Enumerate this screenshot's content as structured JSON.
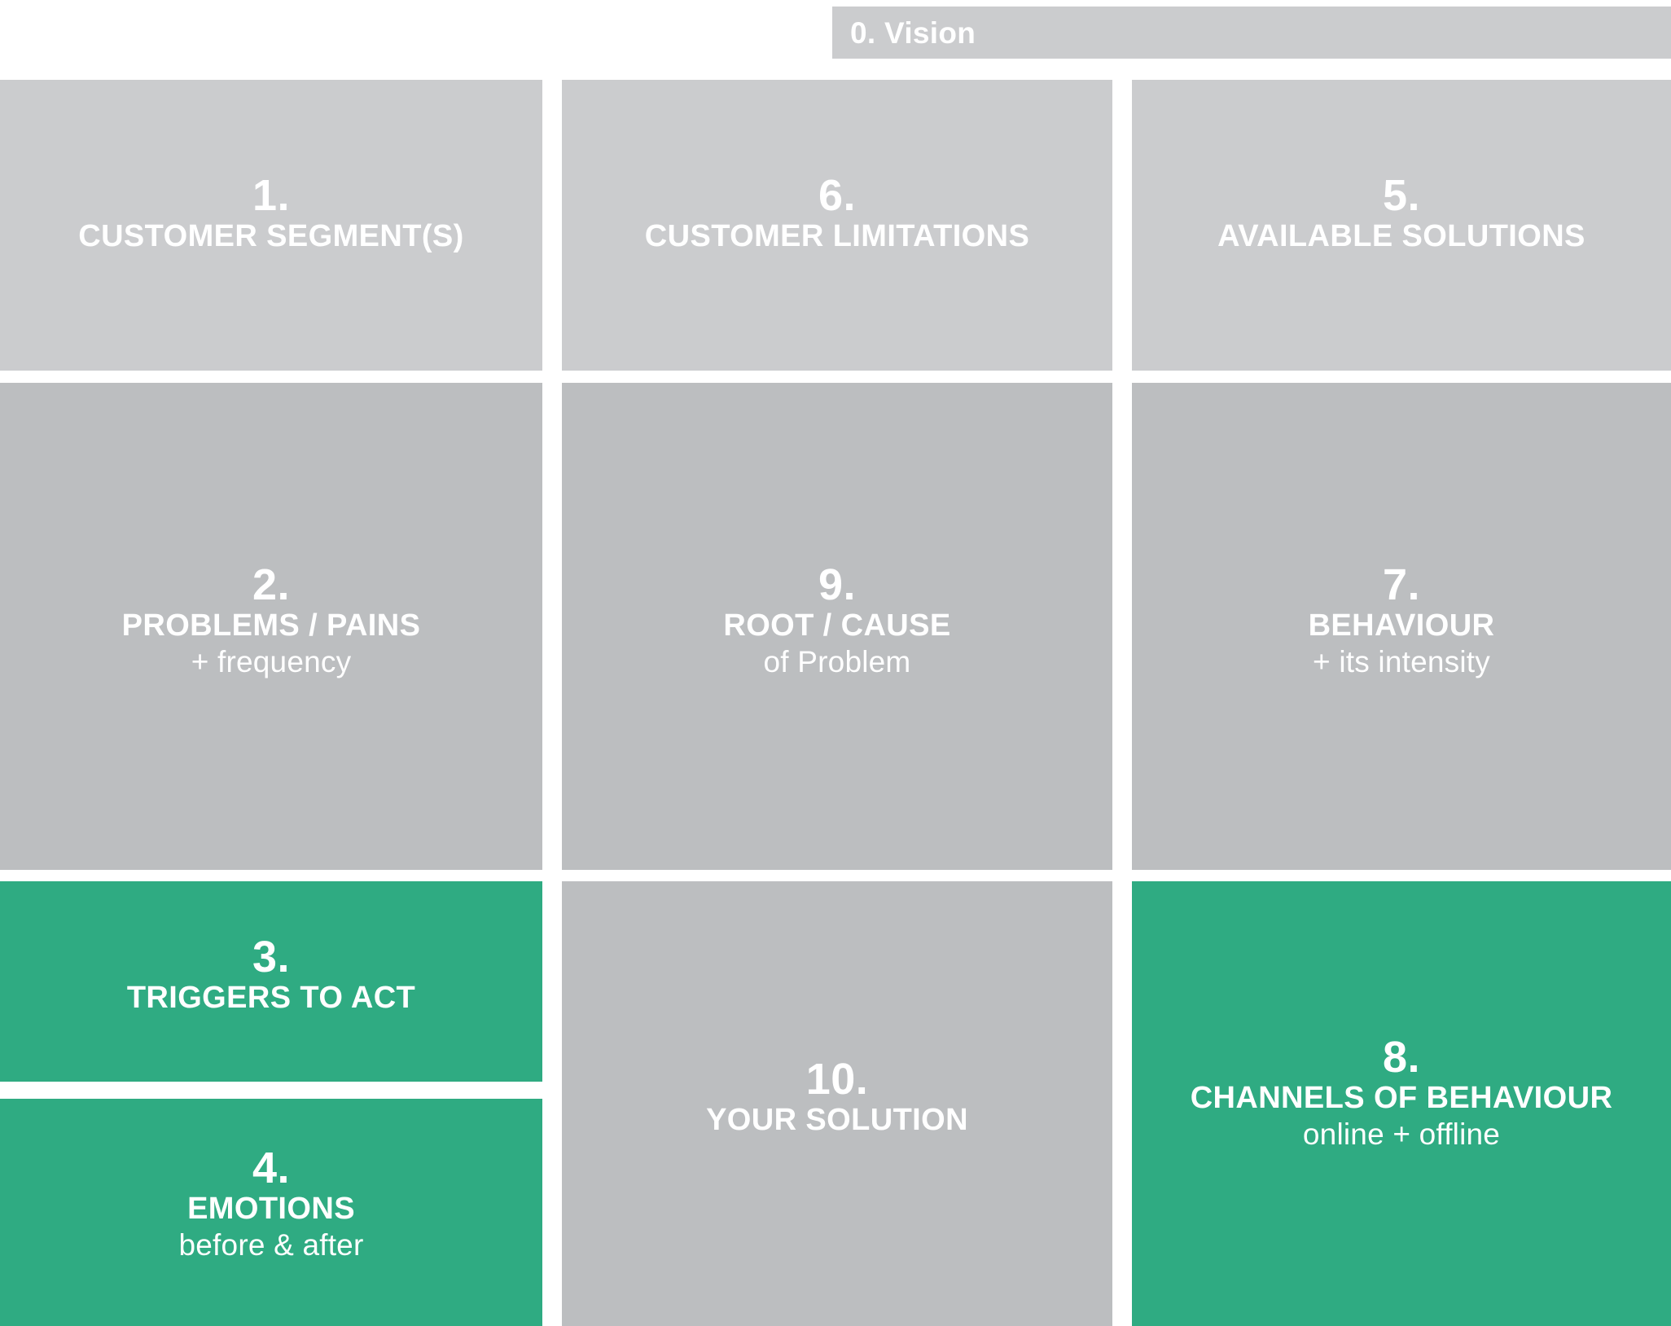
{
  "header": {
    "vision_label": "0. Vision"
  },
  "colors": {
    "tone_light": "#cbccce",
    "tone_medium": "#bcbec0",
    "tone_green": "#2fab82",
    "text": "#ffffff",
    "background": "#ffffff"
  },
  "cells": {
    "customer_segments": {
      "number": "1.",
      "label": "CUSTOMER SEGMENT(S)",
      "sub": ""
    },
    "customer_limitations": {
      "number": "6.",
      "label": "CUSTOMER LIMITATIONS",
      "sub": ""
    },
    "available_solutions": {
      "number": "5.",
      "label": "AVAILABLE SOLUTIONS",
      "sub": ""
    },
    "problems_pains": {
      "number": "2.",
      "label": "PROBLEMS / PAINS",
      "sub": "+ frequency"
    },
    "root_cause": {
      "number": "9.",
      "label": "ROOT / CAUSE",
      "sub": "of Problem"
    },
    "behaviour": {
      "number": "7.",
      "label": "BEHAVIOUR",
      "sub": "+ its intensity"
    },
    "triggers_to_act": {
      "number": "3.",
      "label": "TRIGGERS TO ACT",
      "sub": ""
    },
    "emotions": {
      "number": "4.",
      "label": "EMOTIONS",
      "sub": "before & after"
    },
    "your_solution": {
      "number": "10.",
      "label": "YOUR SOLUTION",
      "sub": ""
    },
    "channels_of_behaviour": {
      "number": "8.",
      "label": "CHANNELS OF BEHAVIOUR",
      "sub": "online + offline"
    }
  }
}
